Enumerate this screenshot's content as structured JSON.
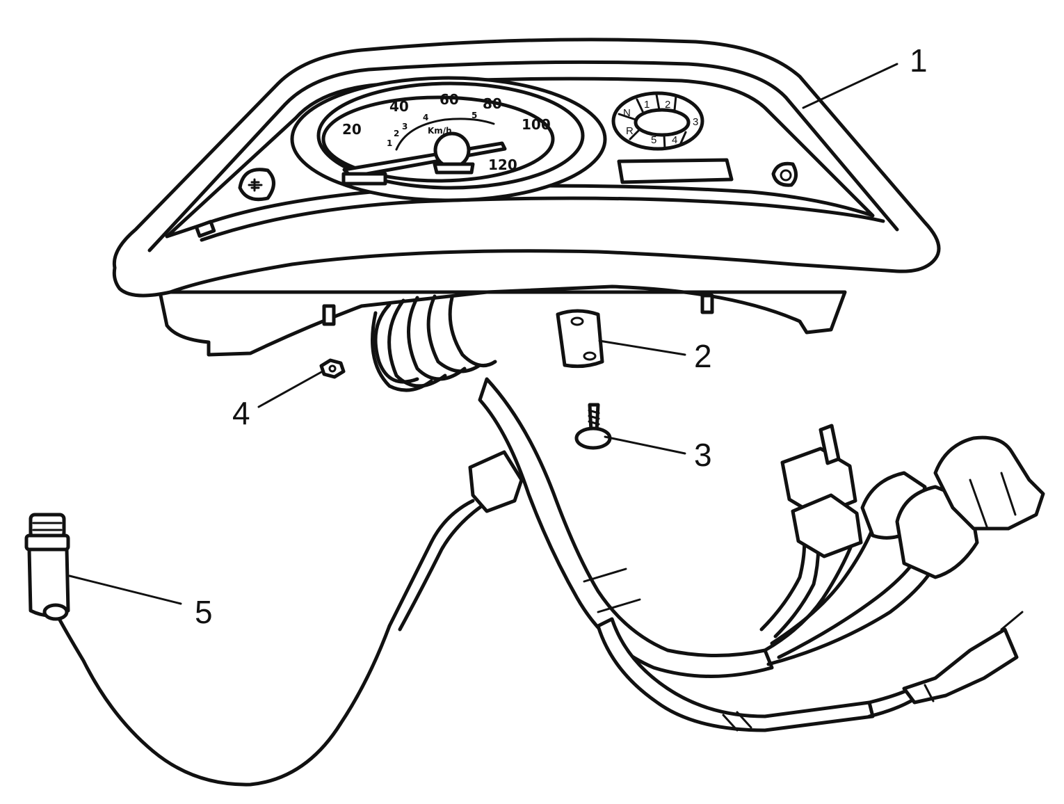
{
  "speedometer": {
    "scale": [
      "20",
      "40",
      "60",
      "80",
      "100",
      "120"
    ],
    "unit": "Km/h",
    "inner_scale": [
      "1",
      "2",
      "3",
      "4",
      "5"
    ]
  },
  "gear_indicator": {
    "positions": [
      "N",
      "1",
      "2",
      "3",
      "4",
      "5",
      "R"
    ]
  },
  "callouts": [
    {
      "number": "1",
      "part": "instrument-cluster"
    },
    {
      "number": "2",
      "part": "mounting-bracket"
    },
    {
      "number": "3",
      "part": "tapping-screw"
    },
    {
      "number": "4",
      "part": "hex-nut"
    },
    {
      "number": "5",
      "part": "sensor-switch"
    }
  ]
}
